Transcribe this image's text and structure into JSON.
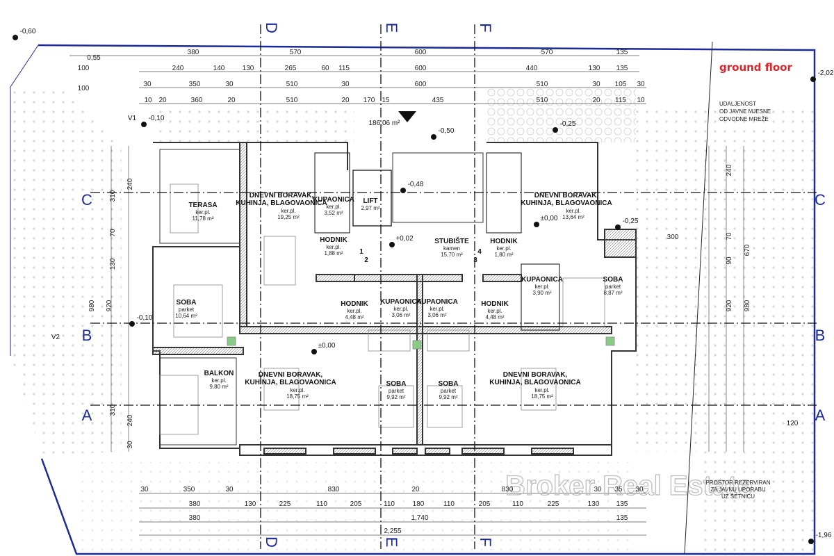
{
  "title": "ground floor",
  "colors": {
    "boundary": "#1a2a9a",
    "title": "#d8262c",
    "wall": "#444444",
    "hatch": "#bbbbbb"
  },
  "grid_axes": {
    "horizontal": [
      "C",
      "B",
      "A"
    ],
    "vertical": [
      "D",
      "E",
      "F"
    ]
  },
  "gross_area": "186,06 m²",
  "rooms": [
    {
      "name": "TERASA",
      "finish": "ker.pl.",
      "area": "11,78 m²"
    },
    {
      "name": "DNEVNI BORAVAK, KUHINJA, BLAGOVAONICA",
      "finish": "ker.pl.",
      "area": "19,25 m²"
    },
    {
      "name": "KUPAONICA",
      "finish": "ker.pl.",
      "area": "3,52 m²"
    },
    {
      "name": "LIFT",
      "finish": "",
      "area": "2,97 m²"
    },
    {
      "name": "HODNIK",
      "finish": "ker.pl.",
      "area": "1,88 m²"
    },
    {
      "name": "STUBIŠTE",
      "finish": "kamen",
      "area": "15,70 m²"
    },
    {
      "name": "SOBA",
      "finish": "parket",
      "area": "10,64 m²"
    },
    {
      "name": "HODNIK",
      "finish": "ker.pl.",
      "area": "4,48 m²"
    },
    {
      "name": "KUPAONICA",
      "finish": "ker.pl.",
      "area": "3,06 m²"
    },
    {
      "name": "KUPAONICA",
      "finish": "ker.pl.",
      "area": "3,06 m²"
    },
    {
      "name": "HODNIK",
      "finish": "ker.pl.",
      "area": "4,48 m²"
    },
    {
      "name": "DNEVNI BORAVAK, KUHINJA, BLAGOVAONICA",
      "finish": "ker.pl.",
      "area": "13,64 m²"
    },
    {
      "name": "HODNIK",
      "finish": "ker.pl.",
      "area": "1,80 m²"
    },
    {
      "name": "KUPAONICA",
      "finish": "ker.pl.",
      "area": "3,90 m²"
    },
    {
      "name": "SOBA",
      "finish": "parket",
      "area": "8,87 m²"
    },
    {
      "name": "BALKON",
      "finish": "ker.pl.",
      "area": "9,80 m²"
    },
    {
      "name": "DNEVNI BORAVAK, KUHINJA, BLAGOVAONICA",
      "finish": "ker.pl.",
      "area": "18,75 m²"
    },
    {
      "name": "SOBA",
      "finish": "parket",
      "area": "9,92 m²"
    },
    {
      "name": "SOBA",
      "finish": "parket",
      "area": "9,92 m²"
    },
    {
      "name": "DNEVNI BORAVAK, KUHINJA, BLAGOVAONICA",
      "finish": "ker.pl.",
      "area": "18,75 m²"
    }
  ],
  "levels": [
    "-0,60",
    "-0,10",
    "-0,10",
    "-0,50",
    "-0,25",
    "-0,25",
    "-0,48",
    "+0,02",
    "±0,00",
    "±0,00",
    "-2,02",
    "-1,96"
  ],
  "section_marks": [
    "1",
    "2",
    "3",
    "4"
  ],
  "site_labels": [
    "V1",
    "V2"
  ],
  "dims_top": [
    [
      "380",
      "570",
      "600",
      "570",
      "135"
    ],
    [
      "240",
      "140",
      "130",
      "265",
      "60",
      "115",
      "600",
      "440",
      "130",
      "135"
    ],
    [
      "30",
      "350",
      "30",
      "510",
      "30",
      "600",
      "510",
      "30",
      "105",
      "30"
    ],
    [
      "10",
      "20",
      "360",
      "20",
      "510",
      "20",
      "170",
      "15",
      "435",
      "510",
      "20",
      "115",
      "10"
    ]
  ],
  "dims_left": [
    "0,55",
    "100",
    "100"
  ],
  "dims_side": [
    "310",
    "240",
    "70",
    "130",
    "980",
    "920",
    "310",
    "240",
    "30",
    "240",
    "70",
    "90",
    "670",
    "920",
    "980",
    "300",
    "120"
  ],
  "dims_bottom": [
    [
      "30",
      "350",
      "30",
      "830",
      "20",
      "830",
      "30",
      "35",
      "30"
    ],
    [
      "380",
      "130",
      "225",
      "110",
      "205",
      "110",
      "180",
      "110",
      "205",
      "110",
      "225",
      "130",
      "135"
    ],
    [
      "380",
      "1,740",
      "135"
    ],
    [
      "2,255"
    ]
  ],
  "notes": {
    "drainage": [
      "UDALJENOST",
      "OD JAVNE MJESNE",
      "ODVODNE MREŽE"
    ],
    "reserved": [
      "PROSTOR REZERVIRAN",
      "ZA JAVNU UPORABU",
      "UZ ŠETNICU"
    ]
  },
  "watermark": "Broker Real Estate"
}
